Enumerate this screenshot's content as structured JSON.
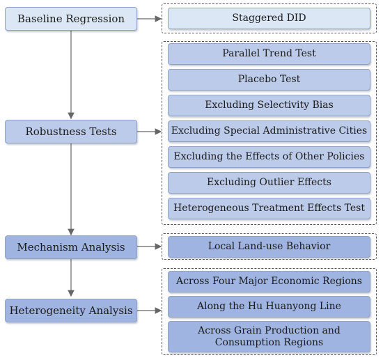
{
  "colors": {
    "level1": "#dce7f5",
    "level2": "#bccbe9",
    "level3": "#9fb4e1"
  },
  "left": {
    "baseline": "Baseline Regression",
    "robustness": "Robustness Tests",
    "mechanism": "Mechanism Analysis",
    "heterogeneity": "Heterogeneity Analysis"
  },
  "baseline_items": [
    "Staggered DID"
  ],
  "robustness_items": [
    "Parallel Trend Test",
    "Placebo Test",
    "Excluding Selectivity Bias",
    "Excluding Special Administrative Cities",
    "Excluding the Effects of Other Policies",
    "Excluding Outlier Effects",
    "Heterogeneous Treatment Effects Test"
  ],
  "mechanism_items": [
    "Local Land-use Behavior"
  ],
  "heterogeneity_items": [
    "Across Four Major Economic Regions",
    "Along the Hu Huanyong Line",
    "Across Grain Production and Consumption Regions"
  ]
}
